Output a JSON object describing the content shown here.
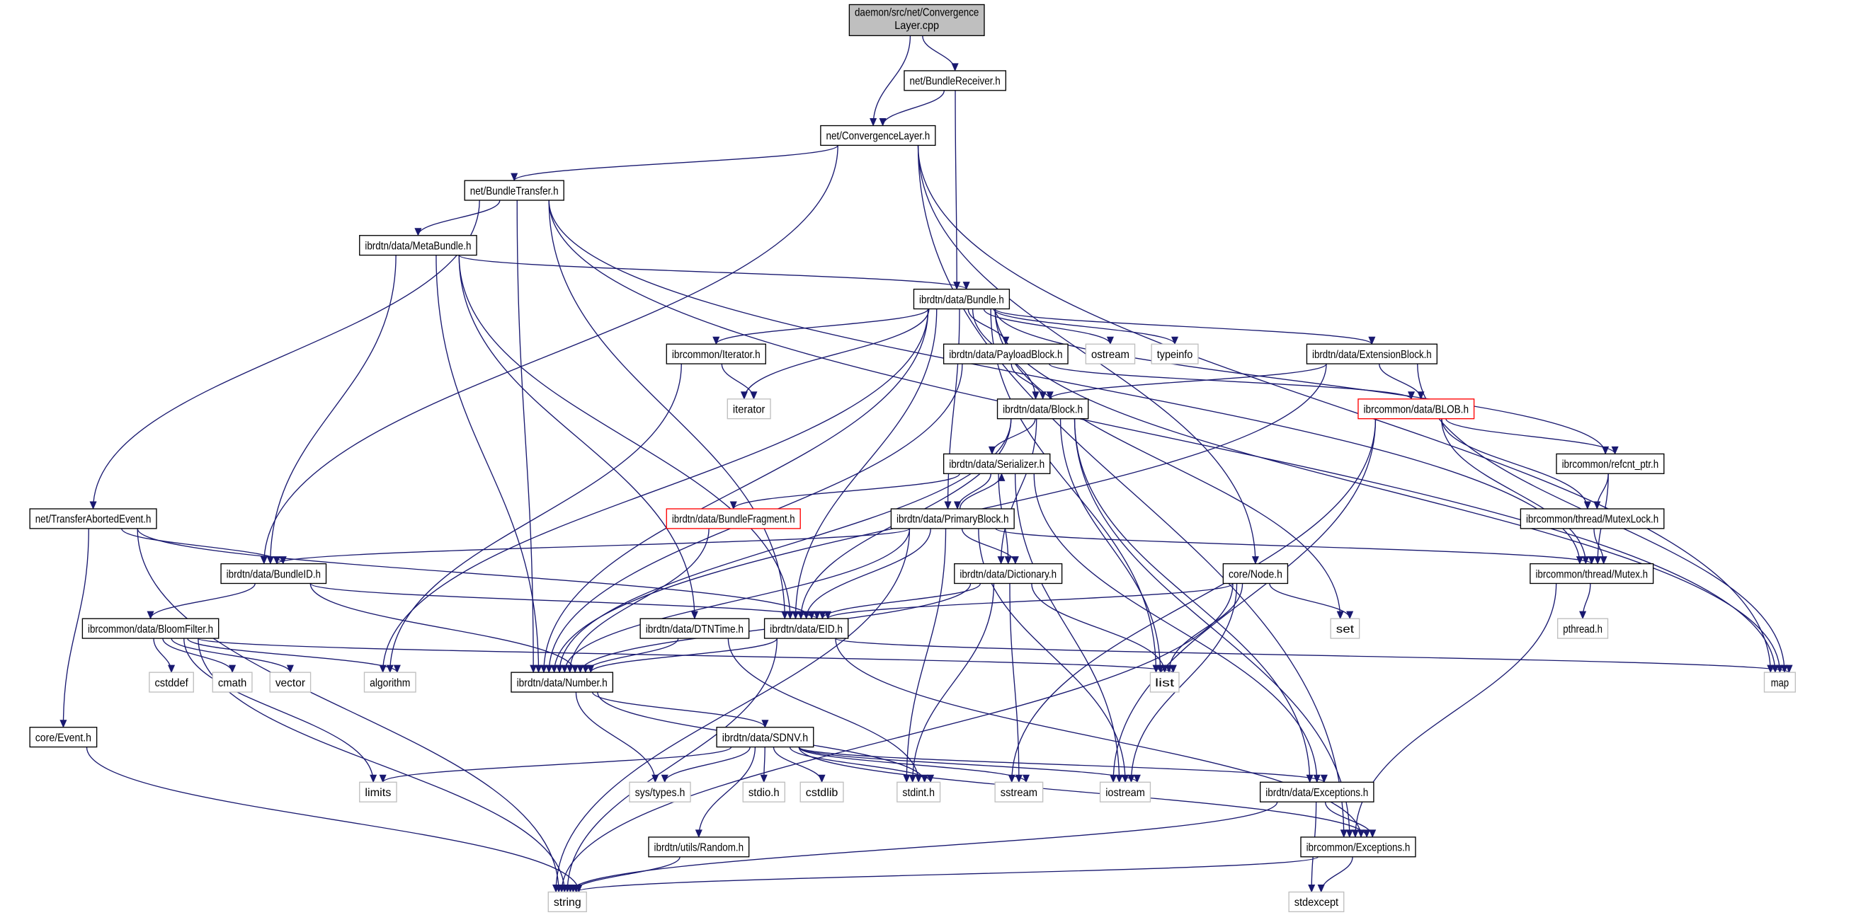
{
  "graph": {
    "colors": {
      "edge": "#191970",
      "root_fill": "#bfbfbf",
      "external_border": "#bfbfbf",
      "truncated_border": "#ff0000",
      "node_border": "#000000"
    },
    "nodes": [
      {
        "id": "cpp",
        "lines": [
          "daemon/src/net/Convergence",
          "Layer.cpp"
        ],
        "style": "root"
      },
      {
        "id": "recv",
        "lines": [
          "net/BundleReceiver.h"
        ],
        "style": "normal"
      },
      {
        "id": "cl",
        "lines": [
          "net/ConvergenceLayer.h"
        ],
        "style": "normal"
      },
      {
        "id": "bt",
        "lines": [
          "net/BundleTransfer.h"
        ],
        "style": "normal"
      },
      {
        "id": "meta",
        "lines": [
          "ibrdtn/data/MetaBundle.h"
        ],
        "style": "normal"
      },
      {
        "id": "bundle",
        "lines": [
          "ibrdtn/data/Bundle.h"
        ],
        "style": "normal"
      },
      {
        "id": "iterh",
        "lines": [
          "ibrcommon/Iterator.h"
        ],
        "style": "normal"
      },
      {
        "id": "payload",
        "lines": [
          "ibrdtn/data/PayloadBlock.h"
        ],
        "style": "normal"
      },
      {
        "id": "ostream",
        "lines": [
          "ostream"
        ],
        "style": "external"
      },
      {
        "id": "typeinfo",
        "lines": [
          "typeinfo"
        ],
        "style": "external"
      },
      {
        "id": "ext",
        "lines": [
          "ibrdtn/data/ExtensionBlock.h"
        ],
        "style": "normal"
      },
      {
        "id": "iterator",
        "lines": [
          "iterator"
        ],
        "style": "external"
      },
      {
        "id": "block",
        "lines": [
          "ibrdtn/data/Block.h"
        ],
        "style": "normal"
      },
      {
        "id": "blob",
        "lines": [
          "ibrcommon/data/BLOB.h"
        ],
        "style": "truncated"
      },
      {
        "id": "ser",
        "lines": [
          "ibrdtn/data/Serializer.h"
        ],
        "style": "normal"
      },
      {
        "id": "refcnt",
        "lines": [
          "ibrcommon/refcnt_ptr.h"
        ],
        "style": "normal"
      },
      {
        "id": "tae",
        "lines": [
          "net/TransferAbortedEvent.h"
        ],
        "style": "normal"
      },
      {
        "id": "frag",
        "lines": [
          "ibrdtn/data/BundleFragment.h"
        ],
        "style": "truncated"
      },
      {
        "id": "prim",
        "lines": [
          "ibrdtn/data/PrimaryBlock.h"
        ],
        "style": "normal"
      },
      {
        "id": "mlock",
        "lines": [
          "ibrcommon/thread/MutexLock.h"
        ],
        "style": "normal"
      },
      {
        "id": "bid",
        "lines": [
          "ibrdtn/data/BundleID.h"
        ],
        "style": "normal"
      },
      {
        "id": "dict",
        "lines": [
          "ibrdtn/data/Dictionary.h"
        ],
        "style": "normal"
      },
      {
        "id": "node",
        "lines": [
          "core/Node.h"
        ],
        "style": "normal"
      },
      {
        "id": "mutex",
        "lines": [
          "ibrcommon/thread/Mutex.h"
        ],
        "style": "normal"
      },
      {
        "id": "bloom",
        "lines": [
          "ibrcommon/data/BloomFilter.h"
        ],
        "style": "normal"
      },
      {
        "id": "dtn",
        "lines": [
          "ibrdtn/data/DTNTime.h"
        ],
        "style": "normal"
      },
      {
        "id": "eid",
        "lines": [
          "ibrdtn/data/EID.h"
        ],
        "style": "normal"
      },
      {
        "id": "set",
        "lines": [
          "set"
        ],
        "style": "external"
      },
      {
        "id": "pthread",
        "lines": [
          "pthread.h"
        ],
        "style": "external"
      },
      {
        "id": "cstddef",
        "lines": [
          "cstddef"
        ],
        "style": "external"
      },
      {
        "id": "cmath",
        "lines": [
          "cmath"
        ],
        "style": "external"
      },
      {
        "id": "vector",
        "lines": [
          "vector"
        ],
        "style": "external"
      },
      {
        "id": "algorithm",
        "lines": [
          "algorithm"
        ],
        "style": "external"
      },
      {
        "id": "number",
        "lines": [
          "ibrdtn/data/Number.h"
        ],
        "style": "normal"
      },
      {
        "id": "list",
        "lines": [
          "list"
        ],
        "style": "external"
      },
      {
        "id": "map",
        "lines": [
          "map"
        ],
        "style": "external"
      },
      {
        "id": "event",
        "lines": [
          "core/Event.h"
        ],
        "style": "normal"
      },
      {
        "id": "sdnv",
        "lines": [
          "ibrdtn/data/SDNV.h"
        ],
        "style": "normal"
      },
      {
        "id": "limits",
        "lines": [
          "limits"
        ],
        "style": "external"
      },
      {
        "id": "systypes",
        "lines": [
          "sys/types.h"
        ],
        "style": "external"
      },
      {
        "id": "stdio",
        "lines": [
          "stdio.h"
        ],
        "style": "external"
      },
      {
        "id": "cstdlib",
        "lines": [
          "cstdlib"
        ],
        "style": "external"
      },
      {
        "id": "stdint",
        "lines": [
          "stdint.h"
        ],
        "style": "external"
      },
      {
        "id": "sstream",
        "lines": [
          "sstream"
        ],
        "style": "external"
      },
      {
        "id": "iostream",
        "lines": [
          "iostream"
        ],
        "style": "external"
      },
      {
        "id": "dexc",
        "lines": [
          "ibrdtn/data/Exceptions.h"
        ],
        "style": "normal"
      },
      {
        "id": "random",
        "lines": [
          "ibrdtn/utils/Random.h"
        ],
        "style": "normal"
      },
      {
        "id": "iexc",
        "lines": [
          "ibrcommon/Exceptions.h"
        ],
        "style": "normal"
      },
      {
        "id": "string",
        "lines": [
          "string"
        ],
        "style": "external"
      },
      {
        "id": "stdexcept",
        "lines": [
          "stdexcept"
        ],
        "style": "external"
      }
    ],
    "edges": [
      [
        "cpp",
        "recv"
      ],
      [
        "cpp",
        "cl"
      ],
      [
        "recv",
        "cl"
      ],
      [
        "recv",
        "bundle"
      ],
      [
        "cl",
        "bt"
      ],
      [
        "cl",
        "bid"
      ],
      [
        "cl",
        "node"
      ],
      [
        "cl",
        "map"
      ],
      [
        "cl",
        "iexc"
      ],
      [
        "bt",
        "meta"
      ],
      [
        "bt",
        "tae"
      ],
      [
        "bt",
        "number"
      ],
      [
        "bt",
        "eid"
      ],
      [
        "bt",
        "mutex"
      ],
      [
        "bt",
        "map"
      ],
      [
        "meta",
        "bundle"
      ],
      [
        "meta",
        "bid"
      ],
      [
        "meta",
        "number"
      ],
      [
        "meta",
        "dtn"
      ],
      [
        "meta",
        "eid"
      ],
      [
        "bundle",
        "iterh"
      ],
      [
        "bundle",
        "payload"
      ],
      [
        "bundle",
        "ostream"
      ],
      [
        "bundle",
        "typeinfo"
      ],
      [
        "bundle",
        "ext"
      ],
      [
        "bundle",
        "iterator"
      ],
      [
        "bundle",
        "block"
      ],
      [
        "bundle",
        "prim"
      ],
      [
        "bundle",
        "eid"
      ],
      [
        "bundle",
        "number"
      ],
      [
        "bundle",
        "list"
      ],
      [
        "bundle",
        "set"
      ],
      [
        "bundle",
        "algorithm"
      ],
      [
        "bundle",
        "refcnt"
      ],
      [
        "bundle",
        "map"
      ],
      [
        "iterh",
        "iterator"
      ],
      [
        "iterh",
        "algorithm"
      ],
      [
        "payload",
        "block"
      ],
      [
        "payload",
        "blob"
      ],
      [
        "payload",
        "number"
      ],
      [
        "ext",
        "block"
      ],
      [
        "ext",
        "blob"
      ],
      [
        "ext",
        "number"
      ],
      [
        "ext",
        "map"
      ],
      [
        "block",
        "ser"
      ],
      [
        "block",
        "dict"
      ],
      [
        "block",
        "eid"
      ],
      [
        "block",
        "number"
      ],
      [
        "block",
        "list"
      ],
      [
        "block",
        "dexc"
      ],
      [
        "block",
        "iexc"
      ],
      [
        "blob",
        "refcnt"
      ],
      [
        "blob",
        "mlock"
      ],
      [
        "blob",
        "mutex"
      ],
      [
        "blob",
        "sstream"
      ],
      [
        "blob",
        "iostream"
      ],
      [
        "ser",
        "frag"
      ],
      [
        "ser",
        "prim"
      ],
      [
        "ser",
        "dict"
      ],
      [
        "ser",
        "iostream"
      ],
      [
        "ser",
        "dexc"
      ],
      [
        "prim",
        "ser"
      ],
      [
        "prim",
        "bid"
      ],
      [
        "prim",
        "dict"
      ],
      [
        "prim",
        "eid"
      ],
      [
        "prim",
        "number"
      ],
      [
        "prim",
        "stdint"
      ],
      [
        "prim",
        "string"
      ],
      [
        "prim",
        "iostream"
      ],
      [
        "prim",
        "mutex"
      ],
      [
        "refcnt",
        "mlock"
      ],
      [
        "refcnt",
        "mutex"
      ],
      [
        "mlock",
        "mutex"
      ],
      [
        "frag",
        "number"
      ],
      [
        "tae",
        "bid"
      ],
      [
        "tae",
        "eid"
      ],
      [
        "tae",
        "event"
      ],
      [
        "tae",
        "string"
      ],
      [
        "bid",
        "bloom"
      ],
      [
        "bid",
        "eid"
      ],
      [
        "bid",
        "number"
      ],
      [
        "dict",
        "eid"
      ],
      [
        "dict",
        "number"
      ],
      [
        "dict",
        "list"
      ],
      [
        "dict",
        "stdint"
      ],
      [
        "dict",
        "sstream"
      ],
      [
        "node",
        "eid"
      ],
      [
        "node",
        "set"
      ],
      [
        "node",
        "list"
      ],
      [
        "node",
        "iostream"
      ],
      [
        "node",
        "string"
      ],
      [
        "mutex",
        "pthread"
      ],
      [
        "mutex",
        "iexc"
      ],
      [
        "bloom",
        "cstddef"
      ],
      [
        "bloom",
        "cmath"
      ],
      [
        "bloom",
        "vector"
      ],
      [
        "bloom",
        "algorithm"
      ],
      [
        "bloom",
        "limits"
      ],
      [
        "bloom",
        "string"
      ],
      [
        "bloom",
        "list"
      ],
      [
        "dtn",
        "number"
      ],
      [
        "dtn",
        "stdint"
      ],
      [
        "eid",
        "number"
      ],
      [
        "eid",
        "map"
      ],
      [
        "eid",
        "string"
      ],
      [
        "eid",
        "iexc"
      ],
      [
        "number",
        "sdnv"
      ],
      [
        "number",
        "systypes"
      ],
      [
        "number",
        "stdint"
      ],
      [
        "sdnv",
        "limits"
      ],
      [
        "sdnv",
        "systypes"
      ],
      [
        "sdnv",
        "stdio"
      ],
      [
        "sdnv",
        "cstdlib"
      ],
      [
        "sdnv",
        "stdint"
      ],
      [
        "sdnv",
        "sstream"
      ],
      [
        "sdnv",
        "iostream"
      ],
      [
        "sdnv",
        "dexc"
      ],
      [
        "sdnv",
        "random"
      ],
      [
        "sdnv",
        "iexc"
      ],
      [
        "dexc",
        "iexc"
      ],
      [
        "dexc",
        "stdexcept"
      ],
      [
        "dexc",
        "string"
      ],
      [
        "random",
        "string"
      ],
      [
        "iexc",
        "string"
      ],
      [
        "iexc",
        "stdexcept"
      ],
      [
        "event",
        "string"
      ]
    ]
  }
}
